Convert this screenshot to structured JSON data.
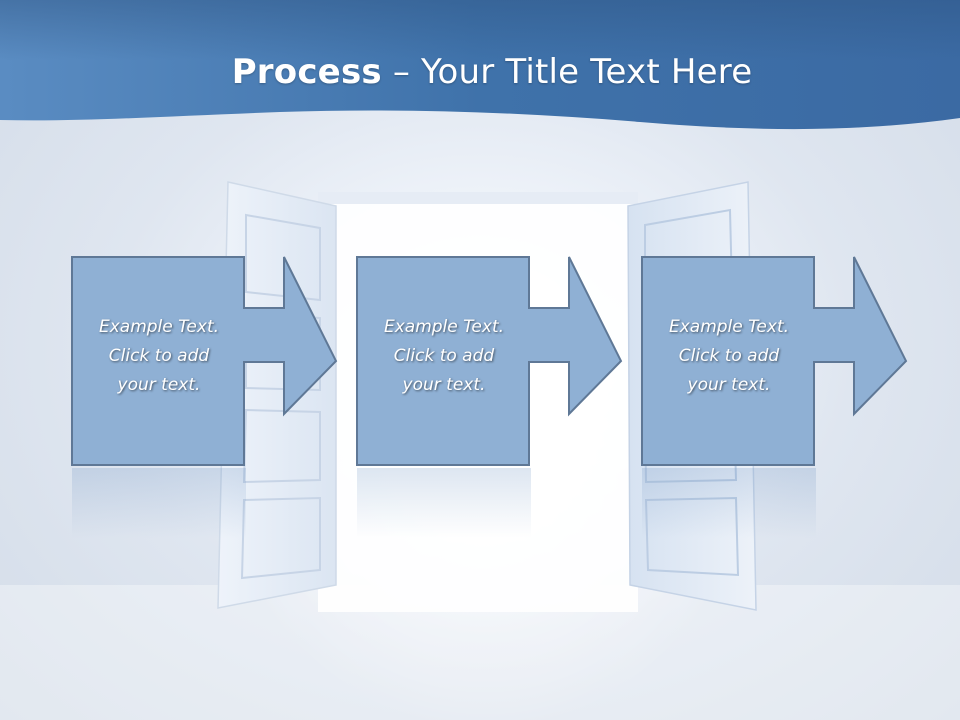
{
  "slide": {
    "title_bold": "Process",
    "title_rest": " – Your Title Text Here",
    "steps": [
      {
        "text": "Example Text.\nClick  to add\nyour text."
      },
      {
        "text": "Example Text.\nClick  to add\nyour text."
      },
      {
        "text": "Example Text.\nClick  to add\nyour text."
      }
    ]
  },
  "colors": {
    "header_blue": "#3f71a8",
    "box_fill": "#8fb0d4",
    "box_border": "#5f7896",
    "text": "#ffffff"
  }
}
